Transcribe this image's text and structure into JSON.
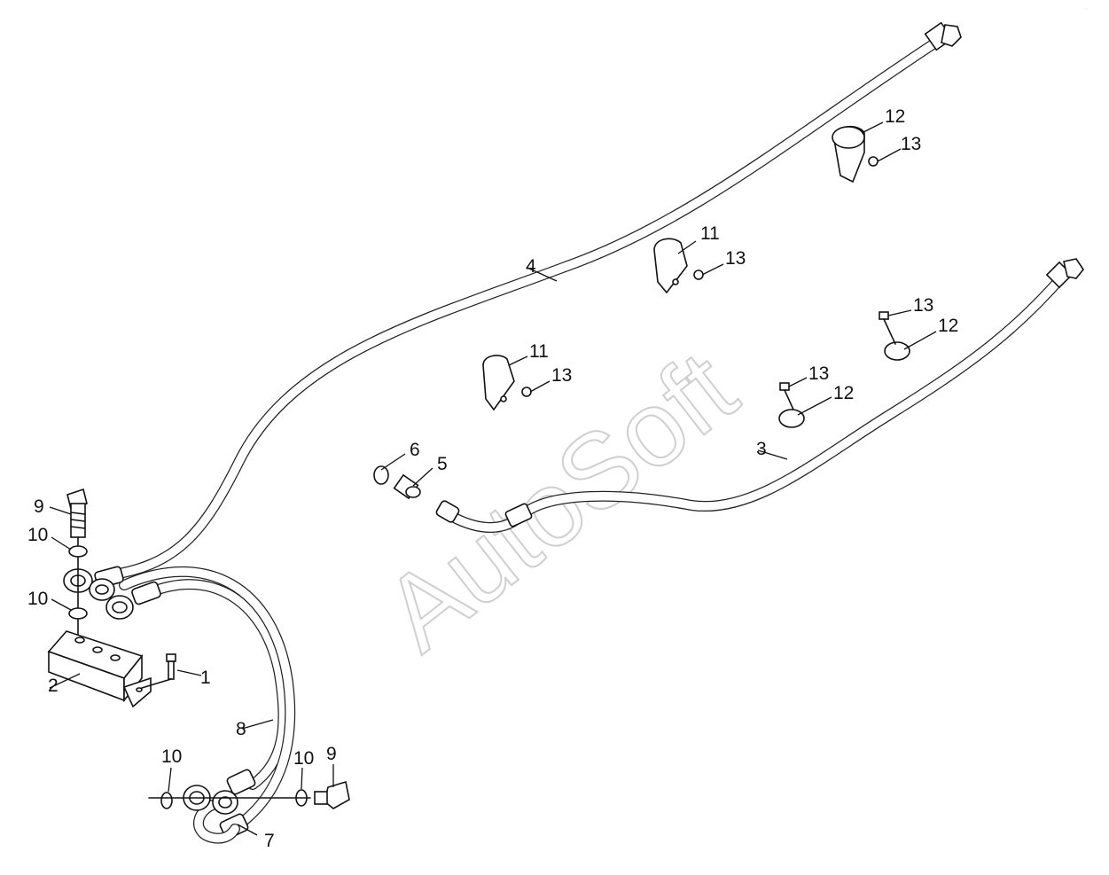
{
  "watermark": "AutoSoft",
  "callouts": {
    "c1": "1",
    "c2": "2",
    "c3": "3",
    "c4": "4",
    "c5": "5",
    "c6": "6",
    "c7": "7",
    "c8": "8",
    "c9a": "9",
    "c9b": "9",
    "c10a": "10",
    "c10b": "10",
    "c10c": "10",
    "c10d": "10",
    "c11a": "11",
    "c11b": "11",
    "c12a": "12",
    "c12b": "12",
    "c12c": "12",
    "c13a": "13",
    "c13b": "13",
    "c13c": "13",
    "c13d": "13",
    "c13e": "13"
  },
  "colors": {
    "line": "#111111",
    "watermark": "#cfcfcf",
    "background": "#ffffff"
  }
}
